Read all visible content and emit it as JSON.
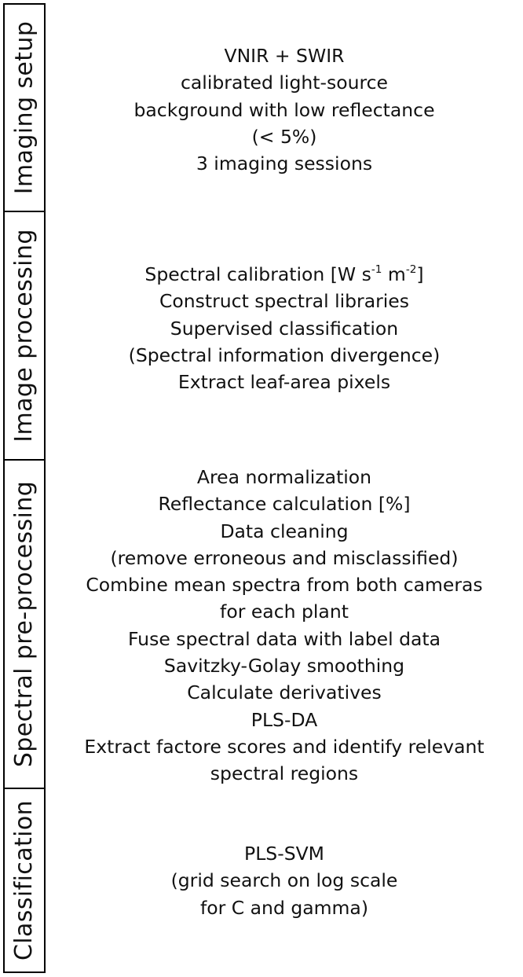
{
  "stages": [
    {
      "label": "Imaging setup",
      "lines": [
        "VNIR + SWIR",
        "calibrated light-source",
        "background with low reflectance",
        "(< 5%)",
        "3 imaging sessions"
      ]
    },
    {
      "label": "Image processing",
      "lines": [
        "Spectral calibration [W s-1 m-2]",
        "Construct spectral libraries",
        "Supervised classification",
        "(Spectral information divergence)",
        "Extract leaf-area pixels"
      ]
    },
    {
      "label": "Spectral pre-processing",
      "lines": [
        "Area normalization",
        "Reflectance calculation [%]",
        "Data cleaning",
        "(remove erroneous and misclassified)",
        "Combine mean spectra from both cameras",
        "for each plant",
        "Fuse spectral data with label data",
        "Savitzky-Golay smoothing",
        "Calculate derivatives",
        "PLS-DA",
        "Extract factore scores and identify relevant",
        "spectral regions"
      ]
    },
    {
      "label": "Classification",
      "lines": [
        "PLS-SVM",
        "(grid search on log scale",
        "for C and gamma)"
      ]
    }
  ],
  "units": {
    "calibration_prefix": "Spectral calibration [W s",
    "calibration_exp1": "-1",
    "calibration_mid": " m",
    "calibration_exp2": "-2",
    "calibration_suffix": "]"
  }
}
